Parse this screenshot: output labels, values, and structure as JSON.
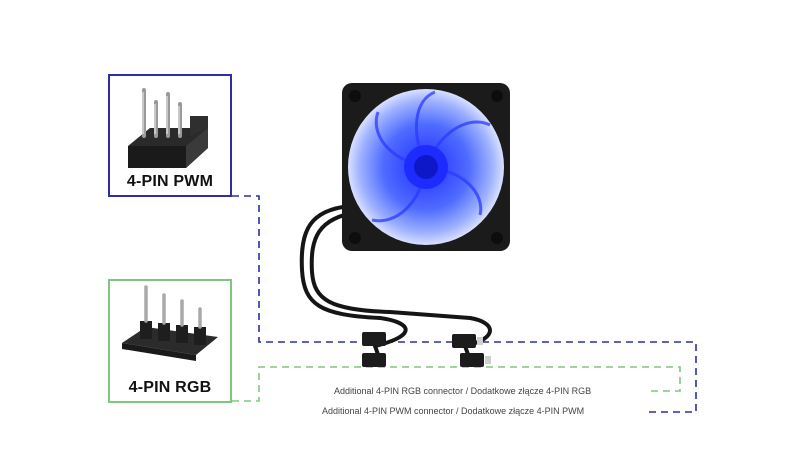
{
  "connectors": {
    "pwm": {
      "label": "4-PIN PWM",
      "color": "#2e2e9e"
    },
    "rgb": {
      "label": "4-PIN RGB",
      "color": "#7ec87e"
    }
  },
  "notes": {
    "rgb": "Additional 4-PIN RGB connector / Dodatkowe złącze 4-PIN RGB",
    "pwm": "Additional 4-PIN PWM connector / Dodatkowe złącze 4-PIN PWM"
  },
  "fan": {
    "light_color": "#3d5cff",
    "frame_color": "#1b1b1b"
  }
}
